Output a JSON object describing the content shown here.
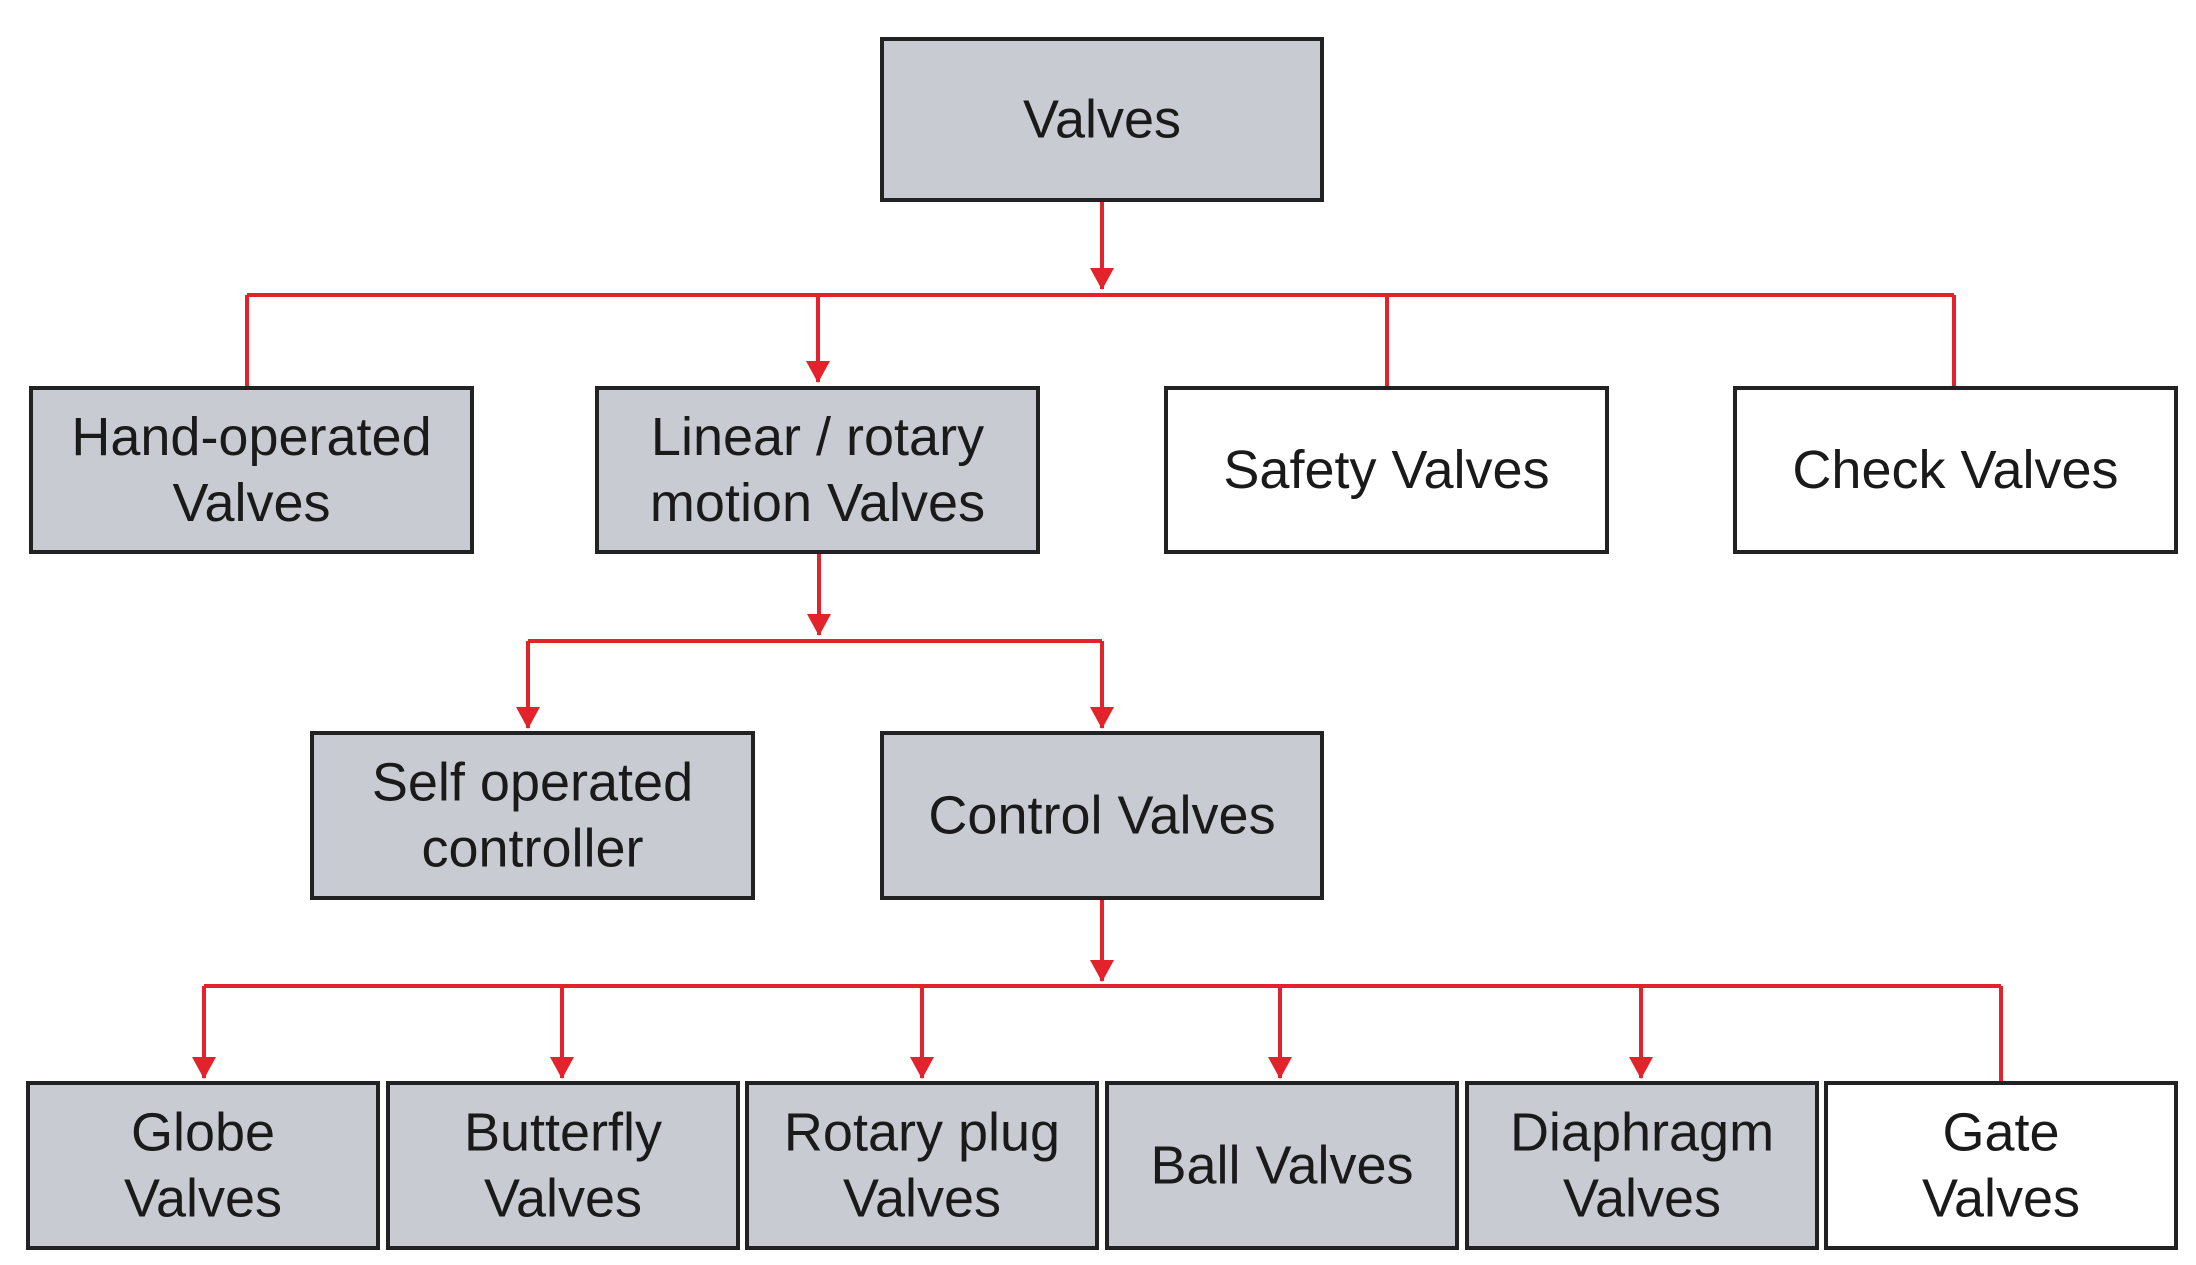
{
  "colors": {
    "connector": "#e2232b",
    "box_shaded": "#c8ccd2",
    "box_plain": "#ffffff",
    "box_border": "#222222",
    "text": "#1a1a1a"
  },
  "nodes": {
    "valves": {
      "lines": [
        "Valves"
      ],
      "shaded": true
    },
    "hand_operated": {
      "lines": [
        "Hand-operated",
        "Valves"
      ],
      "shaded": true
    },
    "linear_rotary": {
      "lines": [
        "Linear / rotary",
        "motion Valves"
      ],
      "shaded": true
    },
    "safety": {
      "lines": [
        "Safety Valves"
      ],
      "shaded": false
    },
    "check": {
      "lines": [
        "Check Valves"
      ],
      "shaded": false
    },
    "self_operated": {
      "lines": [
        "Self operated",
        "controller"
      ],
      "shaded": true
    },
    "control": {
      "lines": [
        "Control Valves"
      ],
      "shaded": true
    },
    "globe": {
      "lines": [
        "Globe",
        "Valves"
      ],
      "shaded": true
    },
    "butterfly": {
      "lines": [
        "Butterfly",
        "Valves"
      ],
      "shaded": true
    },
    "rotary_plug": {
      "lines": [
        "Rotary plug",
        "Valves"
      ],
      "shaded": true
    },
    "ball": {
      "lines": [
        "Ball Valves"
      ],
      "shaded": true
    },
    "diaphragm": {
      "lines": [
        "Diaphragm",
        "Valves"
      ],
      "shaded": true
    },
    "gate": {
      "lines": [
        "Gate",
        "Valves"
      ],
      "shaded": false
    }
  }
}
